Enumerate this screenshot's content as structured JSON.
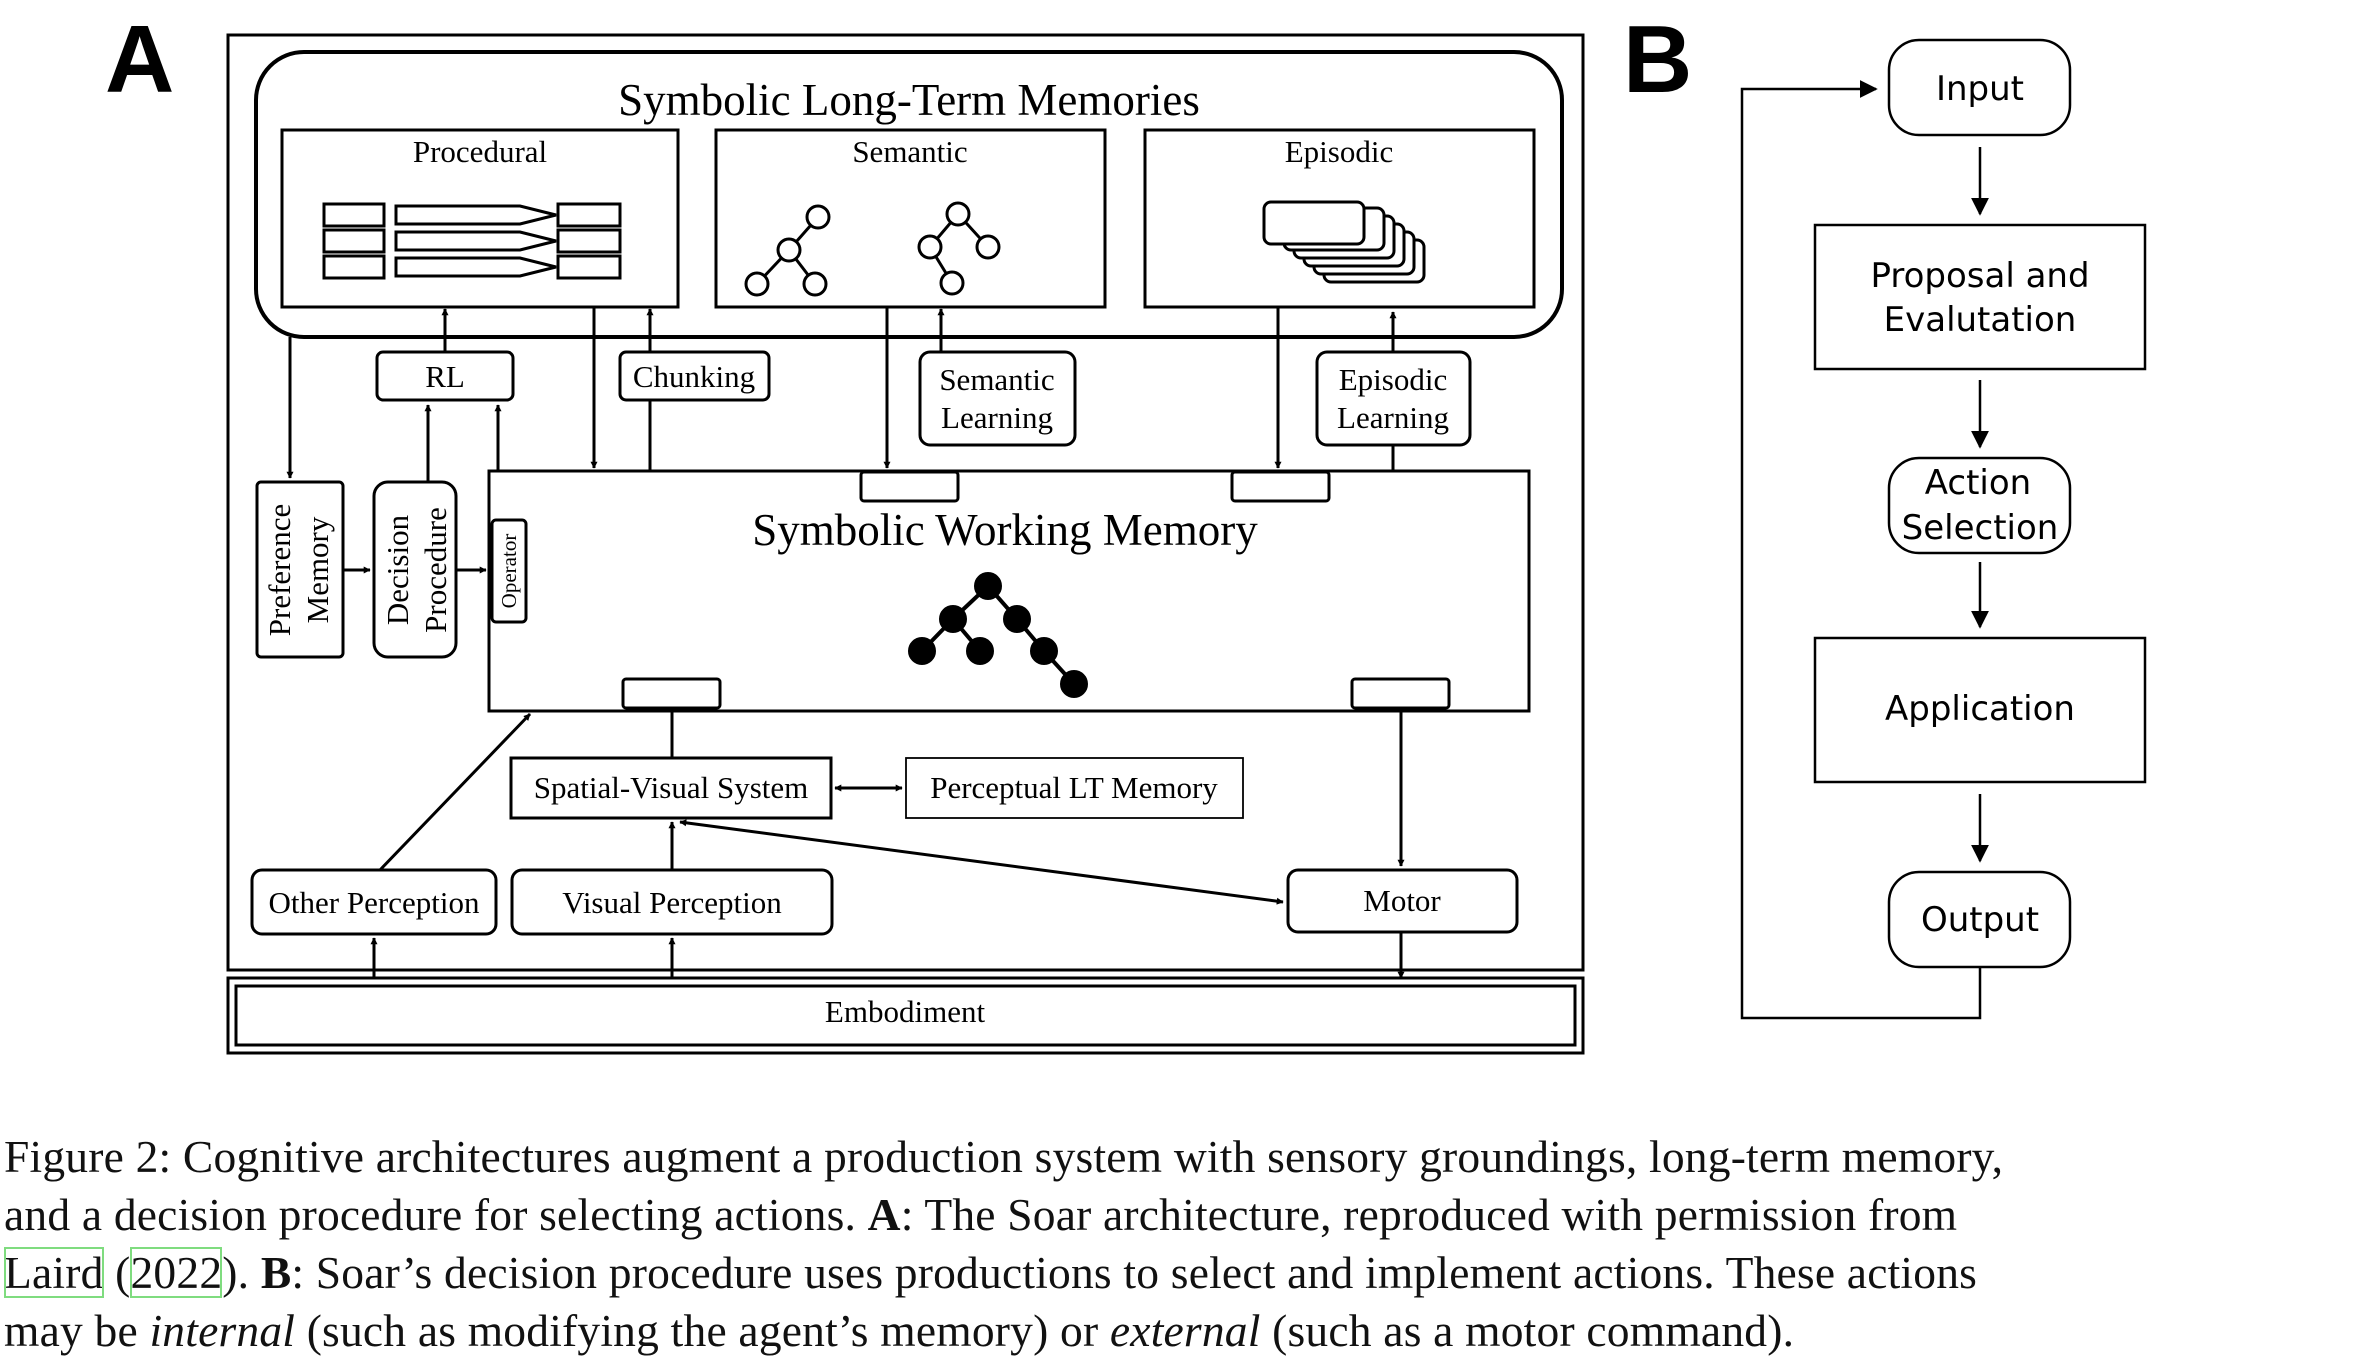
{
  "panelA": {
    "letter": "A",
    "ltm_title": "Symbolic Long-Term Memories",
    "procedural": "Procedural",
    "semantic": "Semantic",
    "episodic": "Episodic",
    "rl": "RL",
    "chunking": "Chunking",
    "semantic_learning": [
      "Semantic",
      "Learning"
    ],
    "episodic_learning": [
      "Episodic",
      "Learning"
    ],
    "preference_memory": [
      "Preference",
      "Memory"
    ],
    "decision_procedure": [
      "Decision",
      "Procedure"
    ],
    "operator": "Operator",
    "wm_title": "Symbolic Working Memory",
    "spatial_visual": "Spatial-Visual System",
    "perceptual_lt": "Perceptual LT Memory",
    "other_perception": "Other Perception",
    "visual_perception": "Visual Perception",
    "motor": "Motor",
    "embodiment": "Embodiment"
  },
  "panelB": {
    "letter": "B",
    "input": "Input",
    "proposal": [
      "Proposal and",
      "Evalutation"
    ],
    "action_selection": [
      "Action",
      "Selection"
    ],
    "application": "Application",
    "output": "Output"
  },
  "caption": {
    "l1": "Figure 2: Cognitive architectures augment a production system with sensory groundings, long-term memory,",
    "l2a": "and a decision procedure for selecting actions. ",
    "l2b": "A",
    "l2c": ": The Soar architecture, reproduced with permission from",
    "l3a": "Laird",
    "l3b": " (",
    "l3c": "2022",
    "l3d": "). ",
    "l3e": "B",
    "l3f": ": Soar’s decision procedure uses productions to select and implement actions. These actions",
    "l4a": "may be ",
    "l4b": "internal",
    "l4c": " (such as modifying the agent’s memory) or ",
    "l4d": "external",
    "l4e": " (such as a motor command)."
  }
}
